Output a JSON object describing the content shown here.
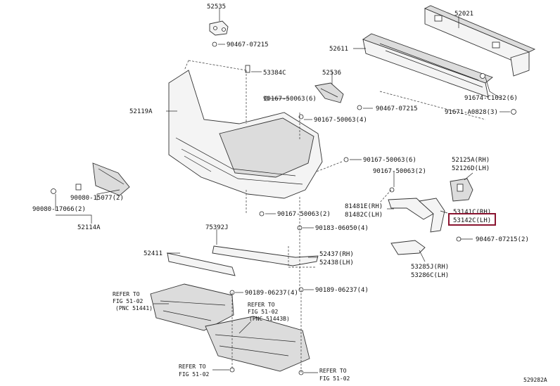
{
  "diagram_id": "529282A",
  "highlight_color": "#8a1430",
  "parts": {
    "p52535": "52535",
    "p90467_07215_top": "90467-07215",
    "p53384c": "53384C",
    "p52021": "52021",
    "p52611": "52611",
    "p52536": "52536",
    "p90167_50063_6_a": "90167-50063(6)",
    "p90167_50063_4": "90167-50063(4)",
    "p90467_07215_mid": "90467-07215",
    "p91674_c1032": "91674-C1032(6)",
    "p91671_a0828": "91671-A0828(3)",
    "p52119a": "52119A",
    "p90167_50063_6_b": "90167-50063(6)",
    "p90167_50063_2_a": "90167-50063(2)",
    "p52125a": "52125A(RH)",
    "p52126d": "52126D(LH)",
    "p90080_15077": "90080-15077(2)",
    "p90080_17066": "90080-17066(2)",
    "p52114a": "52114A",
    "p81481e": "81481E(RH)",
    "p81482c": "81482C(LH)",
    "p53141c": "53141C(RH)",
    "p53142c": "53142C(LH)",
    "p90167_50063_2_b": "90167-50063(2)",
    "p75392j": "75392J",
    "p90183_06050": "90183-06050(4)",
    "p52411": "52411",
    "p52437": "52437(RH)",
    "p52438": "52438(LH)",
    "p90467_07215_low": "90467-07215(2)",
    "p53285j": "53285J(RH)",
    "p53286c": "53286C(LH)",
    "p90189_06237_a": "90189-06237(4)",
    "p90189_06237_b": "90189-06237(4)"
  },
  "references": {
    "r1": {
      "l1": "REFER TO",
      "l2": "FIG 51-02",
      "l3": "(PNC 51441)"
    },
    "r2": {
      "l1": "REFER TO",
      "l2": "FIG 51-02",
      "l3": "(PNC 51443B)"
    },
    "r3": {
      "l1": "REFER TO",
      "l2": "FIG 51-02"
    },
    "r4": {
      "l1": "REFER TO",
      "l2": "FIG 51-02"
    }
  }
}
